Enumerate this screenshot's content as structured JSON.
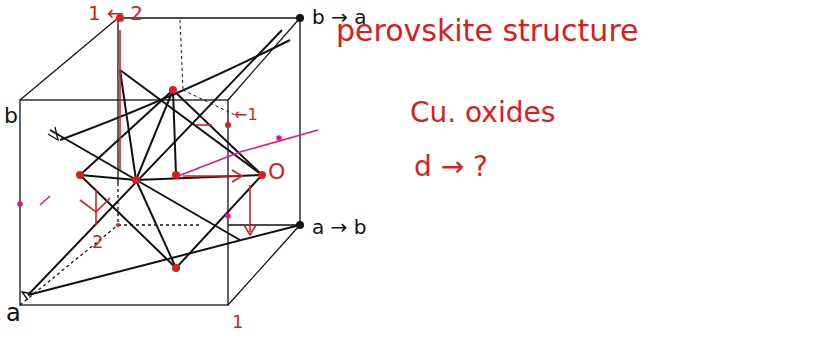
{
  "diagram": {
    "labels": [
      "1 ← 2",
      "b → a",
      "perovskite structure",
      "Cu. oxides",
      "d → ?",
      "b",
      "a → b",
      "a",
      "2",
      "1",
      "O",
      "←1"
    ]
  }
}
